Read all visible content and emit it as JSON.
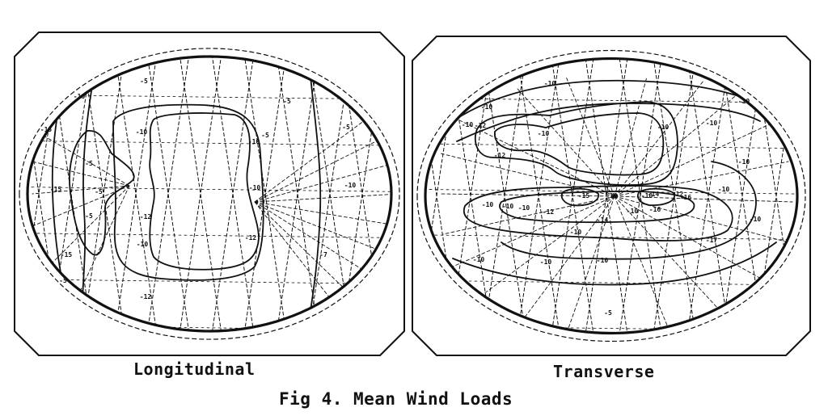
{
  "figure": {
    "caption": "Fig 4. Mean Wind Loads",
    "panels": [
      {
        "name": "Longitudinal",
        "contour_labels": [
          "-5",
          "-10",
          "-10",
          "-10",
          "-10",
          "-15",
          "-15",
          "-12",
          "-10",
          "-5",
          "-5",
          "-5",
          "-5",
          "-5",
          "-10",
          "-7",
          "-12",
          "-12",
          "-15",
          "-5",
          "-5"
        ]
      },
      {
        "name": "Transverse",
        "contour_labels": [
          "-10",
          "-10",
          "-10",
          "-10",
          "-12",
          "-12",
          "-10",
          "-10",
          "-10",
          "-12",
          "-15",
          "-10",
          "-10",
          "-14",
          "-12",
          "-16",
          "-10",
          "-10",
          "-10",
          "-17",
          "-16",
          "-10",
          "-14",
          "-10",
          "-10",
          "-10",
          "-10",
          "-10",
          "-10",
          "-10",
          "-5"
        ]
      }
    ]
  },
  "colors": {
    "ink": "#111111",
    "paper": "#ffffff"
  }
}
